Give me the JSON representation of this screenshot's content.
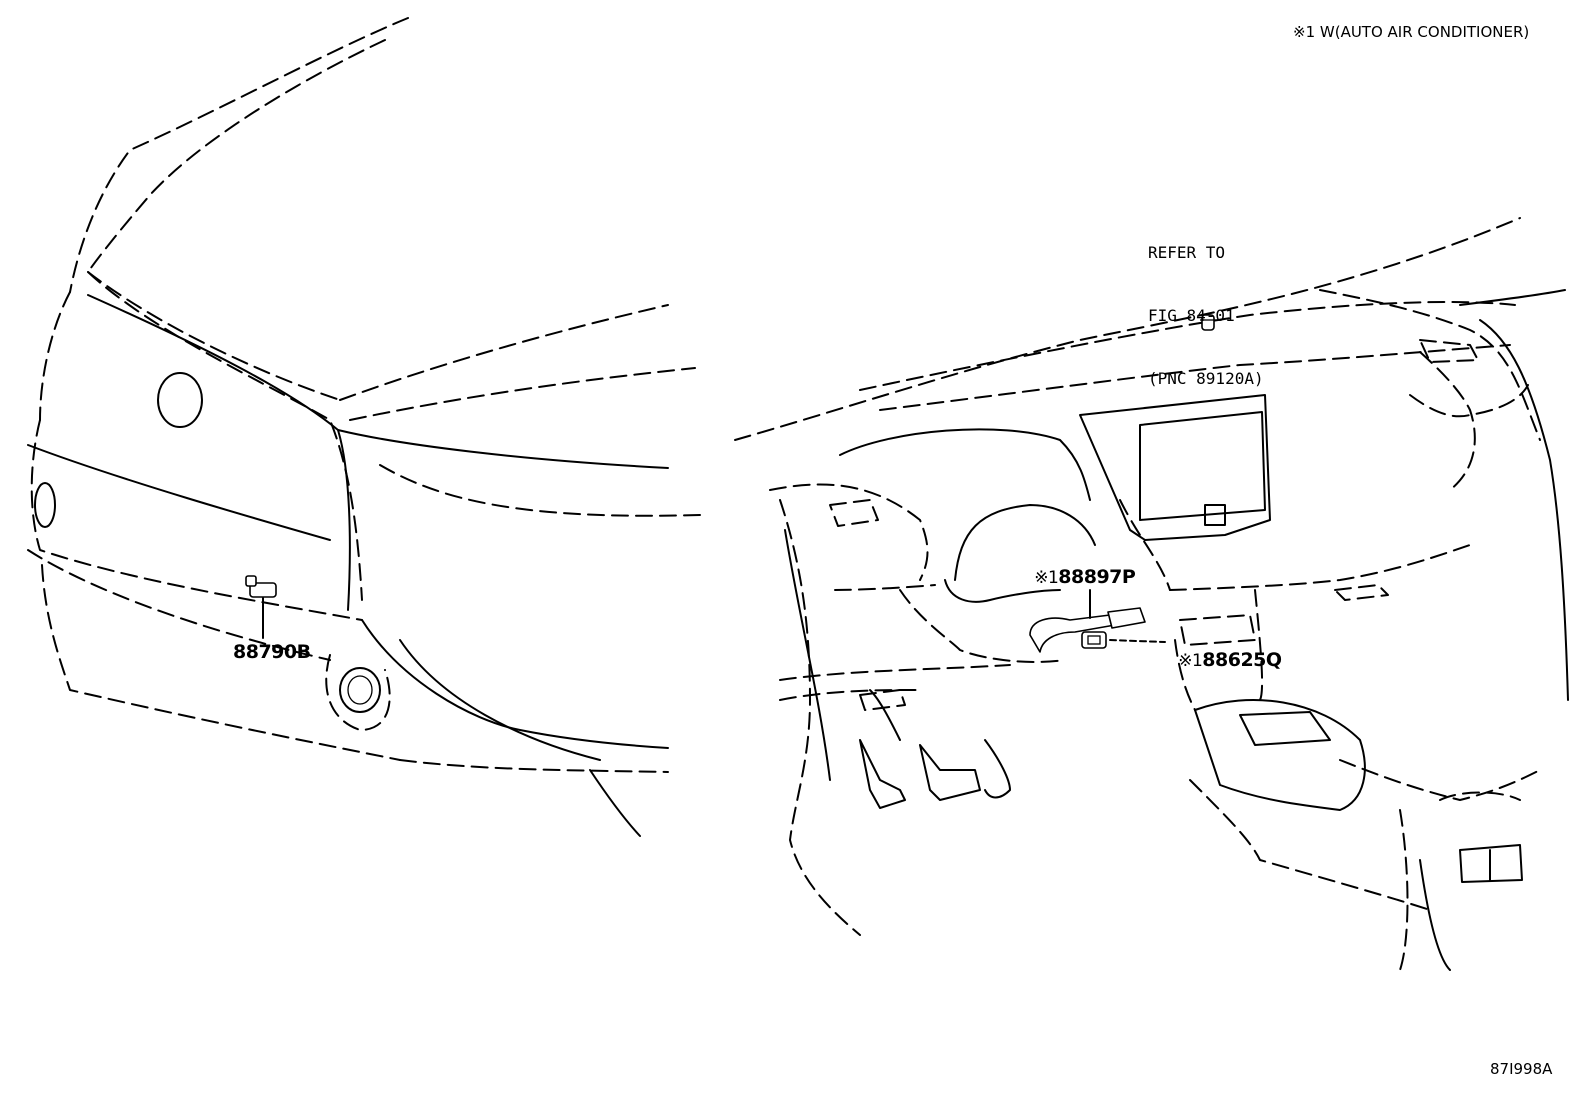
{
  "note": "※1 W(AUTO AIR CONDITIONER)",
  "reference": {
    "line1": "REFER TO",
    "line2": "FIG 84-01",
    "line3": "(PNC 89120A)"
  },
  "callouts": {
    "front_sensor": "88790B",
    "marker_1": "※1",
    "harness": "88897P",
    "marker_2": "※1",
    "sensor": "88625Q"
  },
  "figure_id": "87I998A"
}
